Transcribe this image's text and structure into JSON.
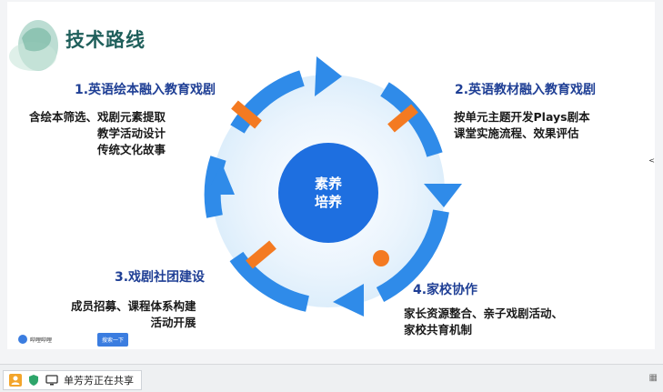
{
  "slide": {
    "title": "技术路线",
    "center": {
      "line1": "素养",
      "line2": "培养"
    },
    "steps": [
      {
        "title": "1.英语绘本融入教育戏剧",
        "lines": [
          "含绘本筛选、戏剧元素提取",
          "教学活动设计",
          "传统文化故事"
        ]
      },
      {
        "title": "2.英语教材融入教育戏剧",
        "lines": [
          "按单元主题开发Plays剧本",
          "课堂实施流程、效果评估"
        ]
      },
      {
        "title": "3.戏剧社团建设",
        "lines": [
          "成员招募、课程体系构建",
          "活动开展"
        ]
      },
      {
        "title": "4.家校协作",
        "lines": [
          "家长资源整合、亲子戏剧活动、",
          "家校共育机制"
        ]
      }
    ],
    "corner_mark": "<",
    "colors": {
      "arrow": "#2f8be9",
      "accent": "#f47a21",
      "title": "#1f3f95",
      "center": "#1e6fe0"
    }
  },
  "toolbar": {
    "browser_label": "哔哩哔哩",
    "search_button": "搜索一下"
  },
  "share_bar": {
    "status_text": "单芳芳正在共享",
    "icons": [
      "user-icon",
      "shield-icon",
      "screen-icon"
    ]
  }
}
